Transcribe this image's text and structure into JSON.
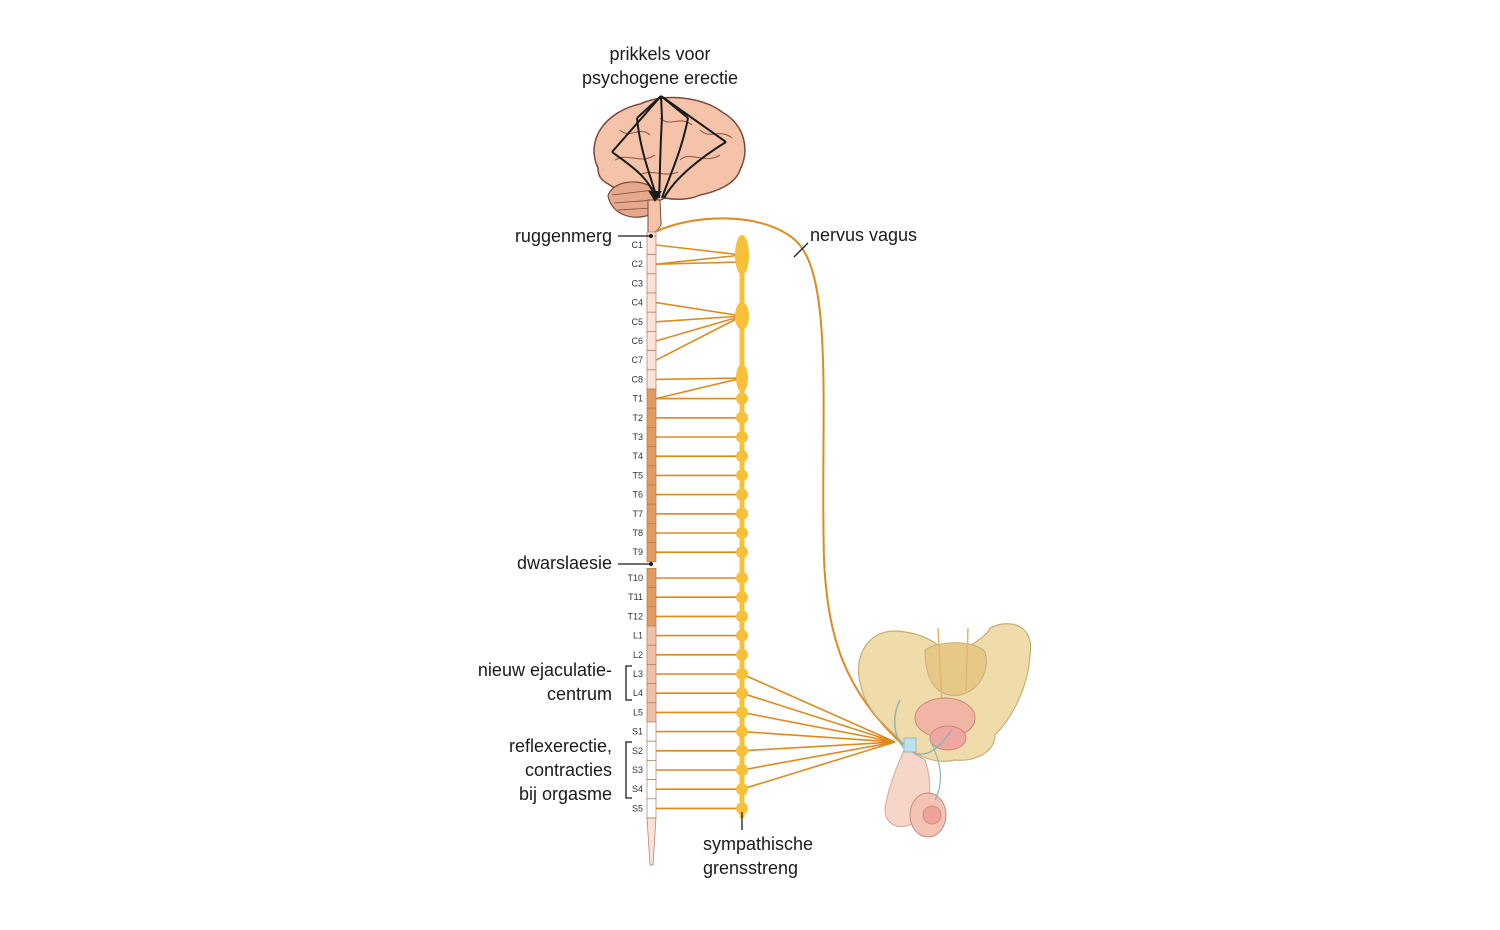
{
  "labels": {
    "psychogenic_line1": "prikkels voor",
    "psychogenic_line2": "psychogene erectie",
    "spinal_cord": "ruggenmerg",
    "vagus": "nervus vagus",
    "lesion": "dwarslaesie",
    "ejac_line1": "nieuw ejaculatie-",
    "ejac_line2": "centrum",
    "reflex_line1": "reflexerectie,",
    "reflex_line2": "contracties",
    "reflex_line3": "bij orgasme",
    "sympathetic_line1": "sympathische",
    "sympathetic_line2": "grensstreng"
  },
  "segments": [
    "C1",
    "C2",
    "C3",
    "C4",
    "C5",
    "C6",
    "C7",
    "C8",
    "T1",
    "T2",
    "T3",
    "T4",
    "T5",
    "T6",
    "T7",
    "T8",
    "T9",
    "T10",
    "T11",
    "T12",
    "L1",
    "L2",
    "L3",
    "L4",
    "L5",
    "S1",
    "S2",
    "S3",
    "S4",
    "S5"
  ],
  "colors": {
    "nerve": "#e08a1e",
    "chain": "#f7c038",
    "cervical": "#fbe3d8",
    "thoracic": "#e39a5c",
    "lumbar": "#f2c0a8",
    "sacral": "#ffffff",
    "brain": "#f4c3aa",
    "pelvis": "#f0dcab"
  }
}
